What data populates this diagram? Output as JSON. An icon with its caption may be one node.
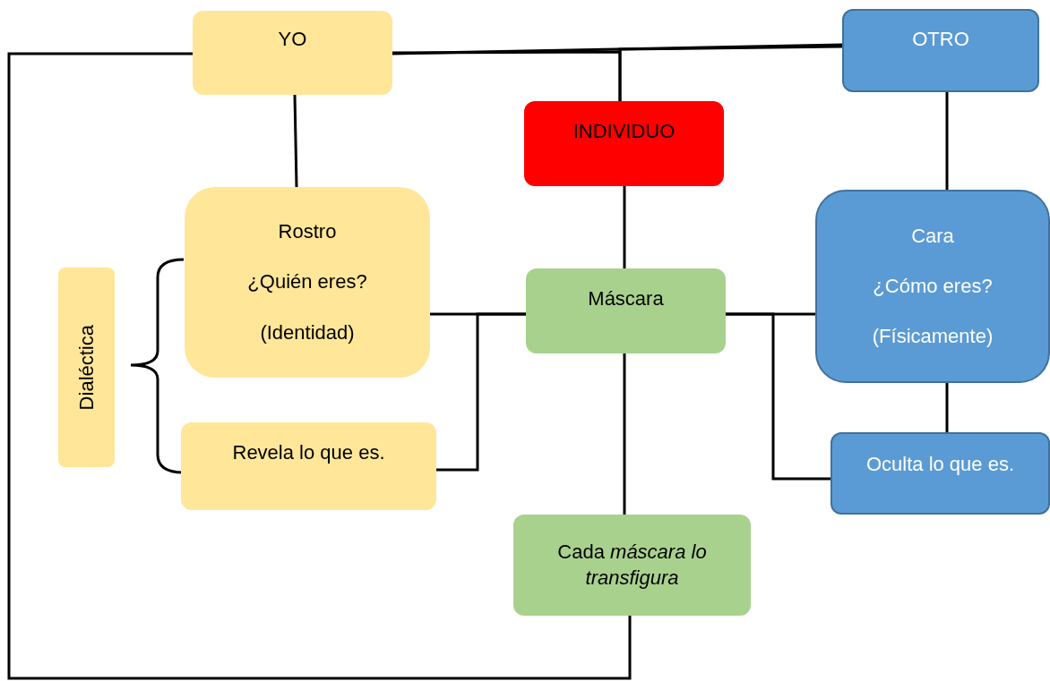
{
  "diagram": {
    "nodes": [
      {
        "text": [
          "YO"
        ]
      },
      {
        "text": [
          "OTRO"
        ]
      },
      {
        "text": [
          "INDIVIDUO"
        ]
      },
      {
        "text": [
          "Rostro",
          "¿Quién eres?",
          "(Identidad)"
        ]
      },
      {
        "text": [
          "Máscara"
        ]
      },
      {
        "text": [
          "Cara",
          "¿Cómo eres?",
          "(Físicamente)"
        ]
      },
      {
        "text": [
          "Dialéctica"
        ]
      },
      {
        "text": [
          "Revela lo que es."
        ]
      },
      {
        "text": [
          "Oculta lo que es."
        ]
      },
      {
        "text": [
          "Cada *máscara lo transfigura*"
        ]
      }
    ],
    "edges": [
      {
        "from": 0,
        "to": 1,
        "arrow": "none"
      },
      {
        "from": 0,
        "to": 2,
        "arrow": "none"
      },
      {
        "from": 1,
        "to": 2,
        "arrow": "none"
      },
      {
        "from": 0,
        "to": 3,
        "arrow": "none"
      },
      {
        "from": 2,
        "to": 4,
        "arrow": "none"
      },
      {
        "from": 1,
        "to": 5,
        "arrow": "none"
      },
      {
        "from": 3,
        "to": 4,
        "arrow": "none"
      },
      {
        "from": 7,
        "to": 4,
        "arrow": "none"
      },
      {
        "from": 4,
        "to": 5,
        "arrow": "none"
      },
      {
        "from": 8,
        "to": 4,
        "arrow": "none"
      },
      {
        "from": 5,
        "to": 8,
        "arrow": "none"
      },
      {
        "from": 4,
        "to": 9,
        "arrow": "none"
      },
      {
        "from": 9,
        "to": 0,
        "arrow": "none"
      }
    ]
  }
}
